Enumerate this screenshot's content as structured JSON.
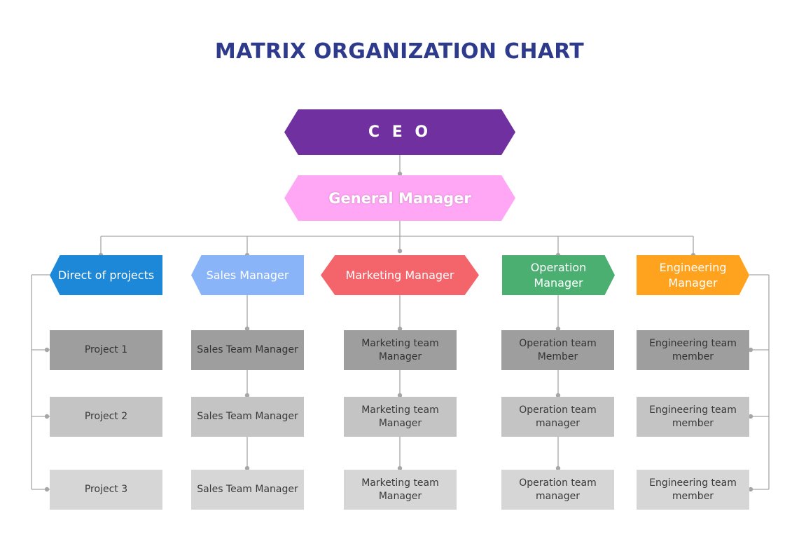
{
  "title": "MATRIX ORGANIZATION CHART",
  "ceo": "C E O",
  "general_manager": "General Manager",
  "managers": [
    "Direct of projects",
    "Sales Manager",
    "Marketing Manager",
    "Operation Manager",
    "Engineering Manager"
  ],
  "columns": [
    [
      "Project 1",
      "Project 2",
      "Project 3"
    ],
    [
      "Sales Team Manager",
      "Sales Team Manager",
      "Sales Team Manager"
    ],
    [
      "Marketing team Manager",
      "Marketing team Manager",
      "Marketing team Manager"
    ],
    [
      "Operation team Member",
      "Operation team manager",
      "Operation team manager"
    ],
    [
      "Engineering team member",
      "Engineering team member",
      "Engineering team member"
    ]
  ],
  "colors": {
    "title": "#2e3a8c",
    "ceo": "#7030a0",
    "general_manager": "#ffa6f5",
    "managers": [
      "#1e88d8",
      "#8ab4f8",
      "#f4656b",
      "#4caf72",
      "#ffa21e"
    ],
    "row_fills": [
      "#9e9e9e",
      "#c4c4c4",
      "#d6d6d6"
    ],
    "row_text": [
      "#333333",
      "#3a3a3a",
      "#3a3a3a"
    ],
    "connector": "#a6a6a6"
  }
}
